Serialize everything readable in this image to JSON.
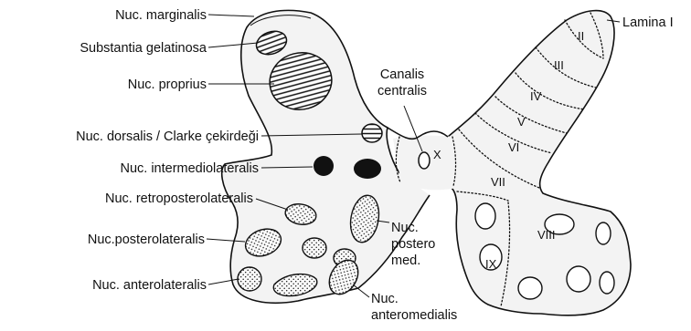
{
  "labels": {
    "nuc_marginalis": "Nuc. marginalis",
    "substantia_gelatinosa": "Substantia gelatinosa",
    "nuc_proprius": "Nuc. proprius",
    "nuc_dorsalis": "Nuc. dorsalis / Clarke çekirdeği",
    "nuc_intermediolateralis": "Nuc. intermediolateralis",
    "nuc_retroposterolateralis": "Nuc. retroposterolateralis",
    "nuc_posterolateralis": "Nuc.posterolateralis",
    "nuc_anterolateralis": "Nuc. anterolateralis",
    "canalis_line1": "Canalis",
    "canalis_line2": "centralis",
    "postero_line1": "Nuc.",
    "postero_line2": "postero",
    "postero_line3": "med.",
    "anteromed_line1": "Nuc.",
    "anteromed_line2": "anteromedialis",
    "lamina_i": "Lamina I"
  },
  "laminae": [
    "II",
    "III",
    "IV",
    "V",
    "VI",
    "VII",
    "VIII",
    "IX",
    "X"
  ]
}
